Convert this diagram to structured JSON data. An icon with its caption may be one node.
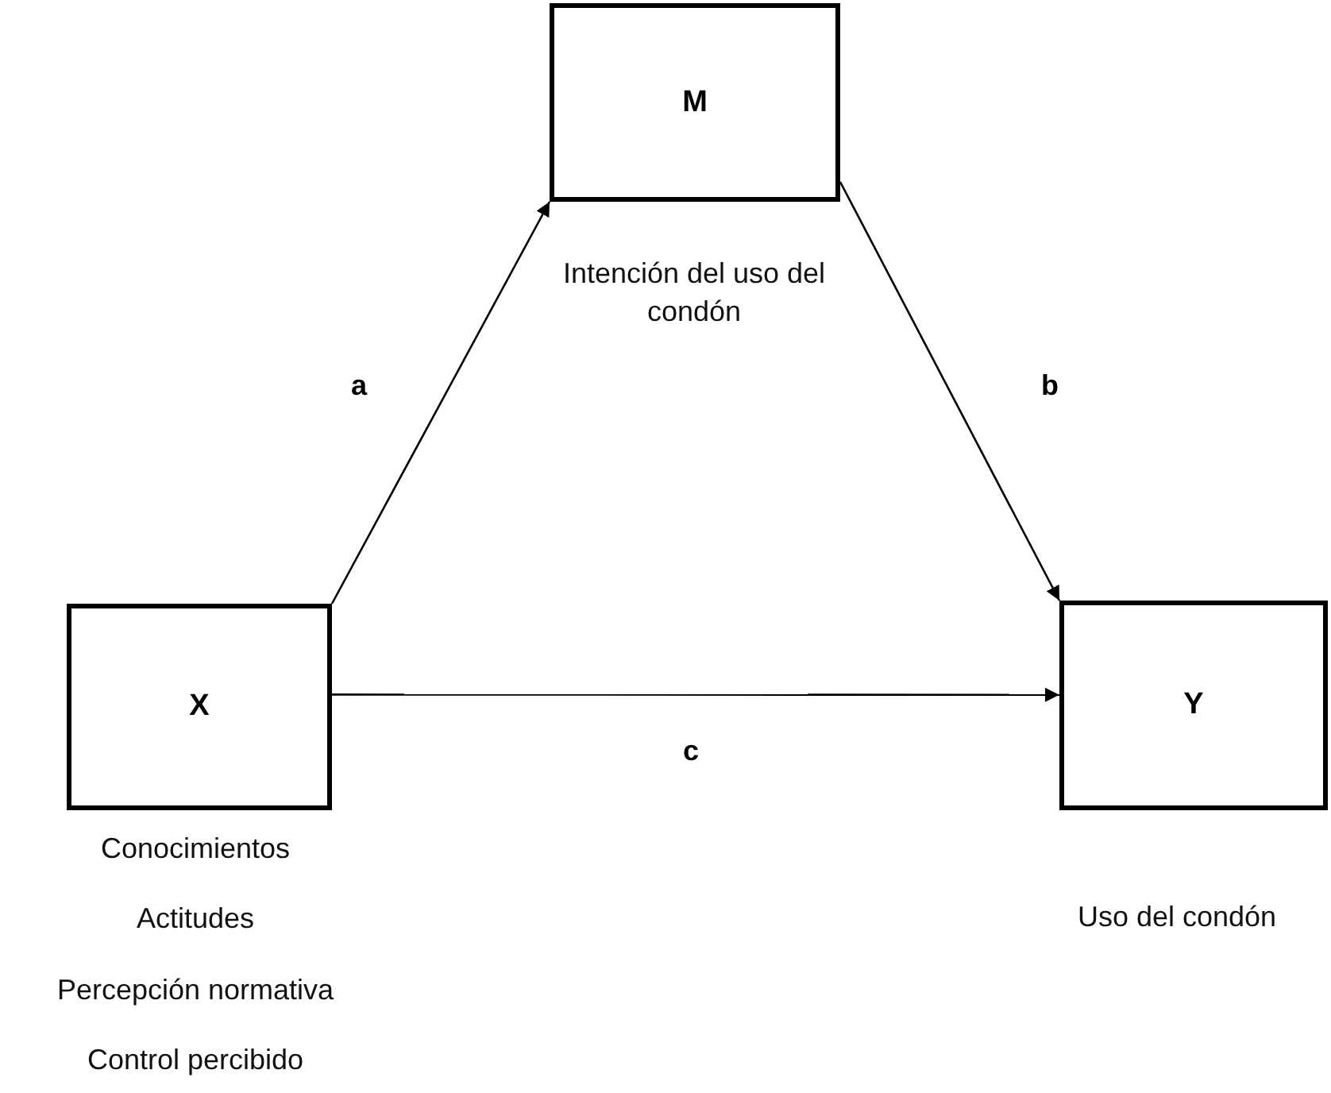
{
  "diagram": {
    "nodes": [
      {
        "text": [
          "M"
        ],
        "beside": [
          "Intención del uso del condón"
        ]
      },
      {
        "text": [
          "X"
        ],
        "beside": [
          "Conocimientos",
          "Actitudes",
          "Percepción normativa",
          "Control percibido"
        ]
      },
      {
        "text": [
          "Y"
        ],
        "beside": [
          "Uso del condón"
        ]
      }
    ],
    "edges": [
      {
        "from": 1,
        "to": 0,
        "arrow": "to",
        "label": "a"
      },
      {
        "from": 0,
        "to": 2,
        "arrow": "to",
        "label": "b"
      },
      {
        "from": 1,
        "to": 2,
        "arrow": "to",
        "label": "c"
      }
    ]
  }
}
